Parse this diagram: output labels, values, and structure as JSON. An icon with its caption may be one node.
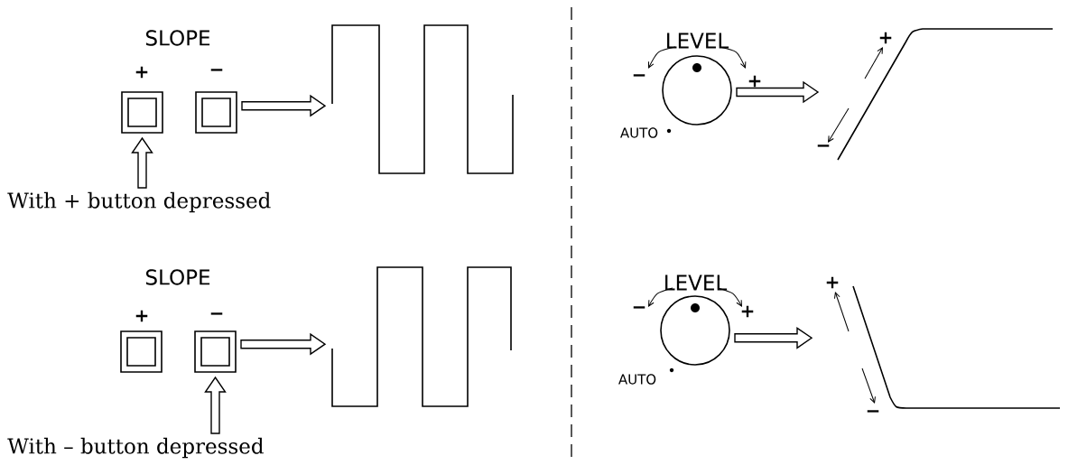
{
  "diagram": {
    "nodes": [
      {
        "text": [],
        "shape": "box"
      },
      {
        "text": [],
        "shape": "box"
      },
      {
        "text": [],
        "shape": "waveform"
      },
      {
        "text": [
          "With + button depressed"
        ]
      },
      {
        "text": [],
        "shape": "circle"
      },
      {
        "text": [],
        "shape": "waveform"
      },
      {
        "text": [],
        "shape": "box"
      },
      {
        "text": [],
        "shape": "box"
      },
      {
        "text": [],
        "shape": "waveform"
      },
      {
        "text": [
          "With – button depressed"
        ]
      },
      {
        "text": [],
        "shape": "circle"
      },
      {
        "text": [],
        "shape": "waveform"
      }
    ],
    "edges": [
      {
        "from": 1,
        "to": 2,
        "arrow": "to"
      },
      {
        "from": 3,
        "to": 0,
        "arrow": "to"
      },
      {
        "from": 4,
        "to": 5,
        "arrow": "to"
      },
      {
        "from": 7,
        "to": 8,
        "arrow": "to"
      },
      {
        "from": 9,
        "to": 7,
        "arrow": "to"
      },
      {
        "from": 10,
        "to": 11,
        "arrow": "to"
      }
    ],
    "labels": [
      "SLOPE",
      "+",
      "−",
      "LEVEL",
      "−",
      "+",
      "AUTO",
      "+",
      "−",
      "SLOPE",
      "+",
      "−",
      "LEVEL",
      "−",
      "+",
      "AUTO",
      "+",
      "−"
    ]
  }
}
